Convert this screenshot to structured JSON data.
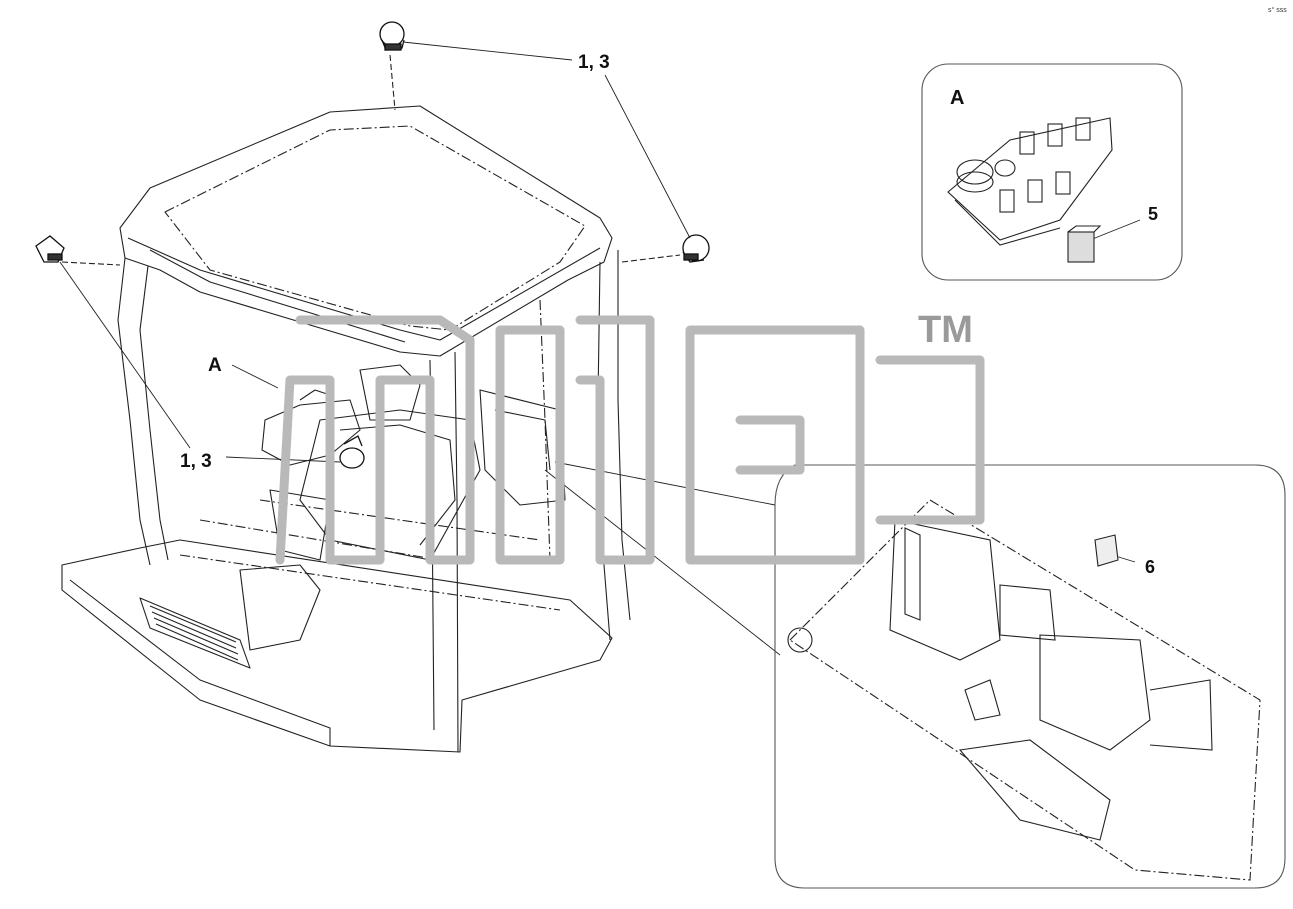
{
  "callouts": {
    "top_lamp": "1, 3",
    "left_lamp": "1, 3",
    "view_a_pointer": "A",
    "view_a_title": "A",
    "item_5": "5",
    "item_6": "6"
  },
  "corner_tag": "s° sss",
  "watermark": {
    "mark": "TM",
    "color": "#b9b9b9"
  },
  "colors": {
    "line": "#222222",
    "frame": "#555555"
  }
}
